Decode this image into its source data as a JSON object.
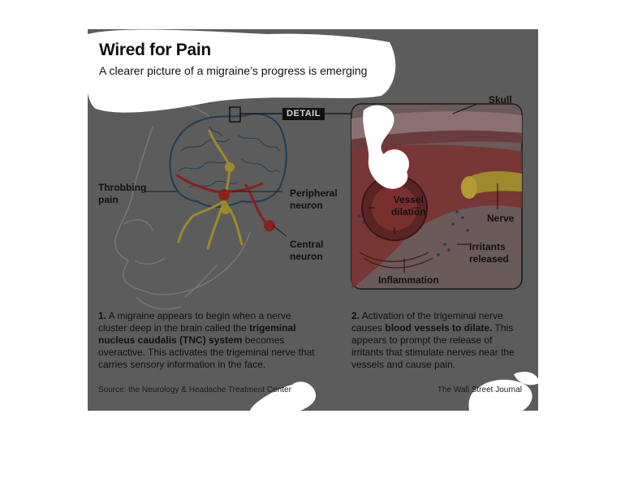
{
  "header": {
    "title": "Wired for Pain",
    "subtitle": "A clearer picture of a migraine’s progress is emerging"
  },
  "brain_panel": {
    "labels": {
      "throbbing_pain": [
        "Throbbing",
        "pain"
      ],
      "peripheral_neuron": [
        "Peripheral",
        "neuron"
      ],
      "central_neuron": [
        "Central",
        "neuron"
      ]
    },
    "caption": {
      "number": "1.",
      "part1": " A migraine appears to begin when a nerve cluster deep in the brain called the ",
      "bold": "trigeminal nucleus caudalis (TNC) system",
      "part2": " becomes overactive. This activates the trigeminal nerve that carries sensory information in the face."
    }
  },
  "detail_panel": {
    "tag": "DETAIL",
    "labels": {
      "skull": "Skull",
      "vessel_dilation": [
        "Vessel",
        "dilation"
      ],
      "nerve": "Nerve",
      "irritants_released": [
        "Irritants",
        "released"
      ],
      "inflammation": "Inflammation"
    },
    "caption": {
      "number": "2.",
      "part1": " Activation of the trigeminal nerve causes ",
      "bold": "blood vessels to dilate.",
      "part2": " This appears to prompt the release of irritants that stimulate nerves near the vessels and cause pain."
    }
  },
  "footer": {
    "source": "Source: the Neurology & Headache Treatment Center",
    "credit": "The Wall Street Journal"
  },
  "colors": {
    "background": "#5c5c5c",
    "brain_outline": "#1f3d55",
    "blood_red": "#8a1f1f",
    "nerve_yellow": "#9c8a2c",
    "overlay_white": "#ffffff"
  }
}
